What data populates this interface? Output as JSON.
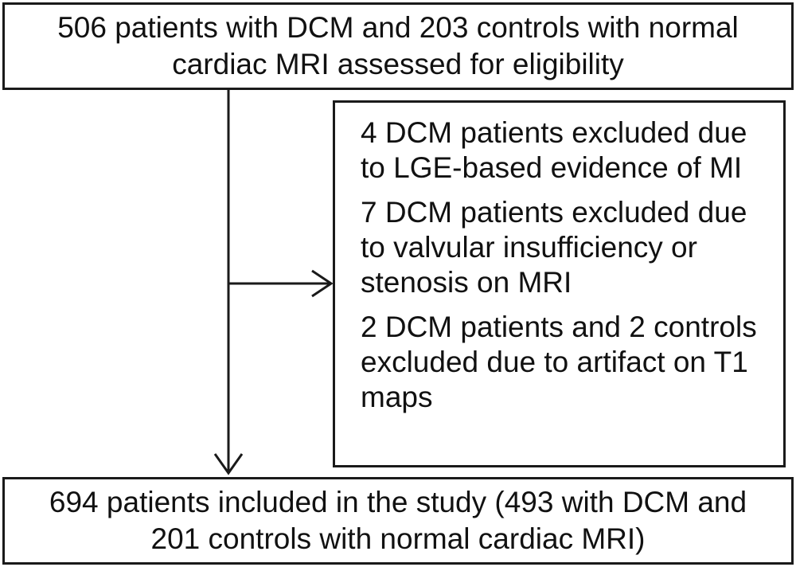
{
  "top": {
    "line1": "506 patients with DCM and 203 controls with normal",
    "line2": "cardiac MRI assessed for eligibility"
  },
  "exclusions": [
    {
      "line1": "4 DCM patients excluded due",
      "line2": "to LGE-based evidence of MI",
      "line3": ""
    },
    {
      "line1": "7 DCM patients excluded due",
      "line2": "to valvular insufficiency or",
      "line3": "stenosis on MRI"
    },
    {
      "line1": "2 DCM patients and 2 controls",
      "line2": "excluded due to artifact on T1",
      "line3": "maps"
    }
  ],
  "bottom": {
    "line1": "694 patients included in the study (493 with DCM and",
    "line2": "201 controls with normal cardiac MRI)"
  }
}
